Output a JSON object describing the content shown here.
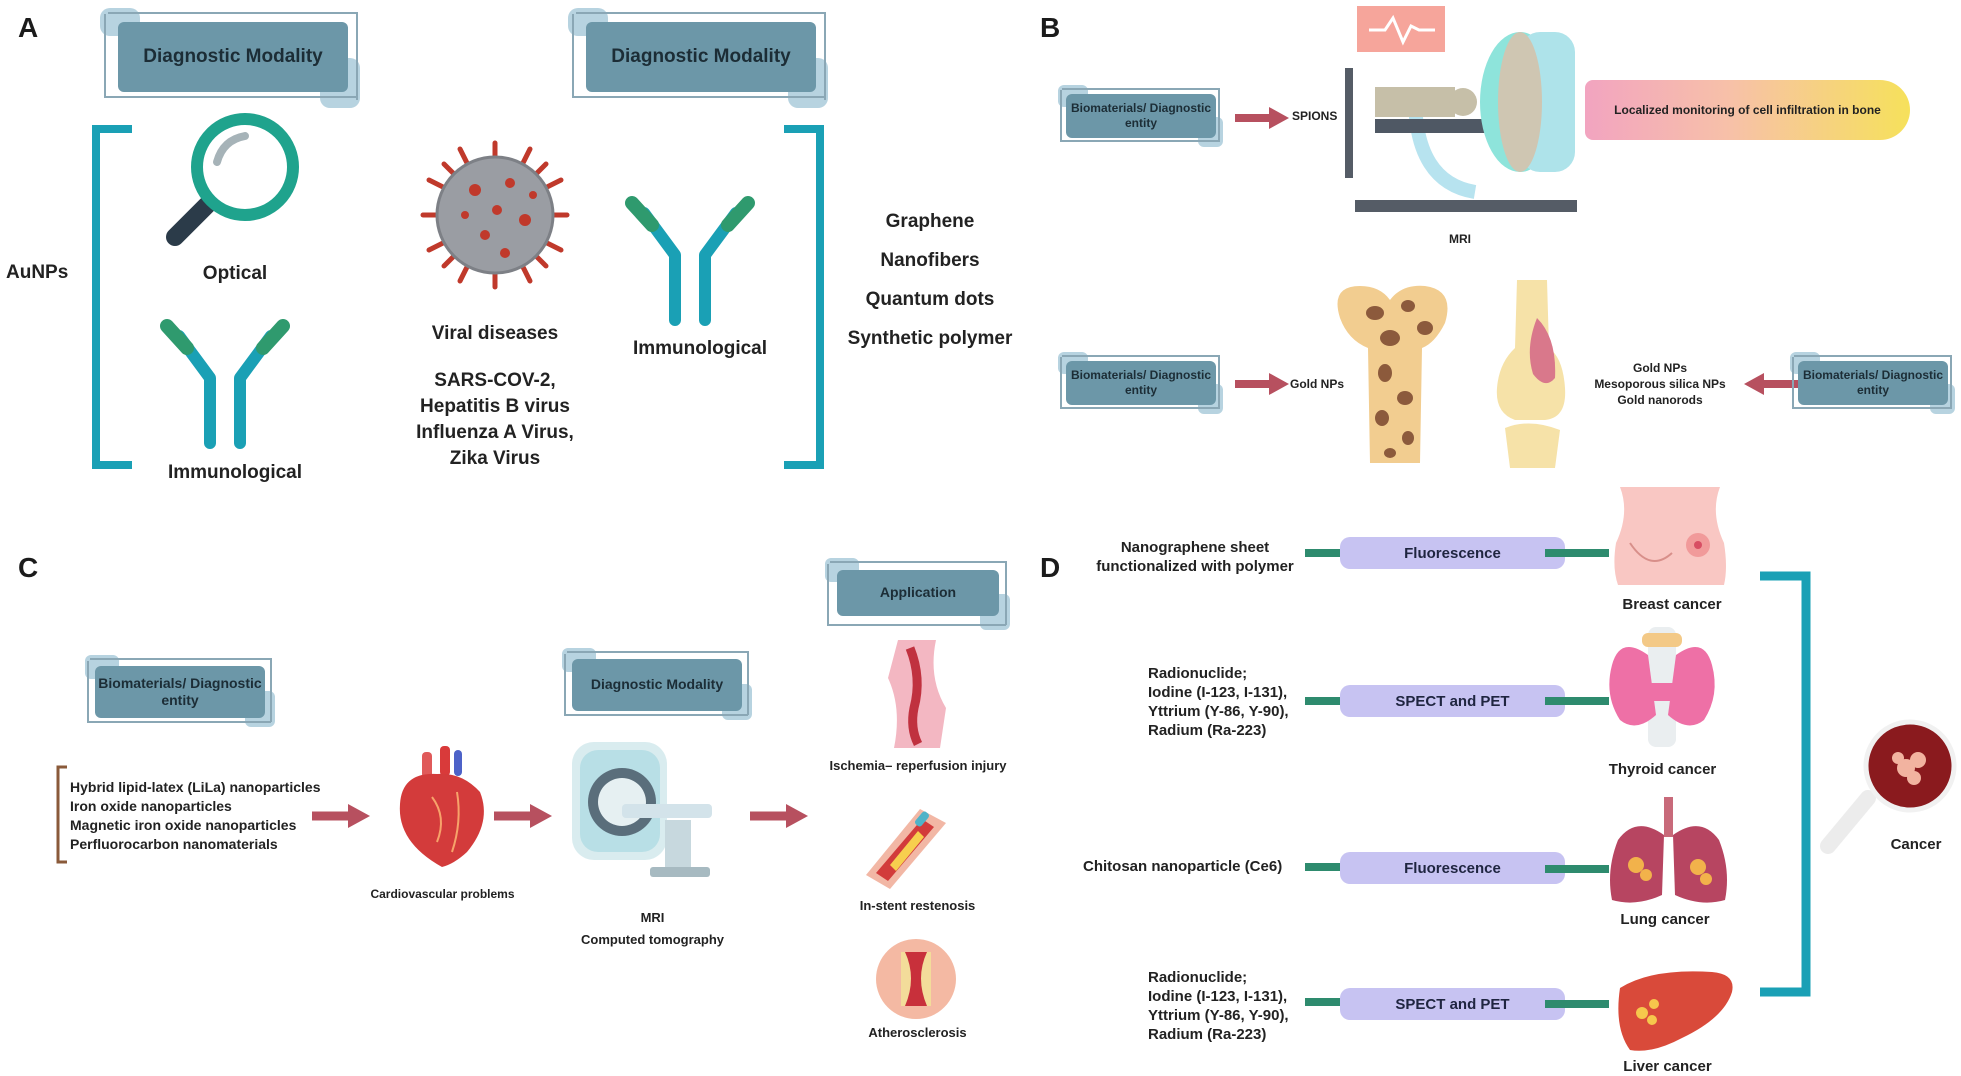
{
  "panels": {
    "a": "A",
    "b": "B",
    "c": "C",
    "d": "D"
  },
  "panel_a": {
    "modality_box_1": "Diagnostic Modality",
    "modality_box_2": "Diagnostic Modality",
    "left_material": "AuNPs",
    "optical": "Optical",
    "immunological_left": "Immunological",
    "viral_diseases": "Viral diseases",
    "virus_list": [
      "SARS-COV-2,",
      "Hepatitis B virus",
      "Influenza A Virus,",
      "Zika Virus"
    ],
    "immunological_right": "Immunological",
    "right_materials": [
      "Graphene",
      "Nanofibers",
      "Quantum dots",
      "Synthetic polymer"
    ]
  },
  "panel_b": {
    "entity_1": "Biomaterials/ Diagnostic entity",
    "spions": "SPIONS",
    "mri": "MRI",
    "localized": "Localized monitoring of cell infiltration in bone",
    "entity_2": "Biomaterials/ Diagnostic entity",
    "gold_nps": "Gold NPs",
    "right_list": [
      "Gold NPs",
      "Mesoporous silica NPs",
      "Gold nanorods"
    ],
    "entity_3": "Biomaterials/ Diagnostic entity"
  },
  "panel_c": {
    "entity": "Biomaterials/ Diagnostic entity",
    "materials": [
      "Hybrid lipid-latex (LiLa) nanoparticles",
      "Iron oxide nanoparticles",
      "Magnetic iron oxide nanoparticles",
      "Perfluorocarbon nanomaterials"
    ],
    "cardio": "Cardiovascular problems",
    "modality": "Diagnostic Modality",
    "mri": "MRI",
    "ct": "Computed tomography",
    "application": "Application",
    "apps": [
      "Ischemia– reperfusion injury",
      "In-stent restenosis",
      "Atherosclerosis"
    ]
  },
  "panel_d": {
    "rows": [
      {
        "material": [
          "Nanographene sheet",
          "functionalized with polymer"
        ],
        "method": "Fluorescence",
        "cancer": "Breast cancer"
      },
      {
        "material": [
          "Radionuclide;",
          "Iodine (I-123, I-131),",
          "Yttrium (Y-86, Y-90),",
          "Radium (Ra-223)"
        ],
        "method": "SPECT and PET",
        "cancer": "Thyroid cancer"
      },
      {
        "material": [
          "Chitosan nanoparticle (Ce6)"
        ],
        "method": "Fluorescence",
        "cancer": "Lung cancer"
      },
      {
        "material": [
          "Radionuclide;",
          "Iodine (I-123, I-131),",
          "Yttrium (Y-86, Y-90),",
          "Radium (Ra-223)"
        ],
        "method": "SPECT and PET",
        "cancer": "Liver cancer"
      }
    ],
    "cancer": "Cancer"
  },
  "colors": {
    "teal": "#1aa0b5",
    "box_dark": "#6c97a8",
    "box_light": "#b7d3e0",
    "arrow": "#b7505f",
    "pill": "#c7c3f2",
    "green_line": "#2e8b6e"
  }
}
